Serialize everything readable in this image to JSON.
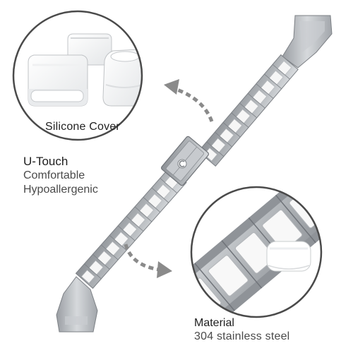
{
  "callouts": {
    "silicone_cover": "Silicone Cover",
    "feature_title": "U-Touch",
    "feature_line1": "Comfortable",
    "feature_line2": "Hypoallergenic",
    "material_title": "Material",
    "material_value": "304 stainless steel"
  },
  "icons": {
    "buckle_logo": "c-logo-icon",
    "arrow_top": "dashed-curved-arrow-icon",
    "arrow_bottom": "dashed-curved-arrow-icon"
  },
  "colors": {
    "steel": "#b4b8bc",
    "steel_dark": "#8e9297",
    "ceramic_white": "#f7f7f7",
    "circle_border": "#4a4a4a",
    "arrow_gray": "#8a8a8a"
  }
}
